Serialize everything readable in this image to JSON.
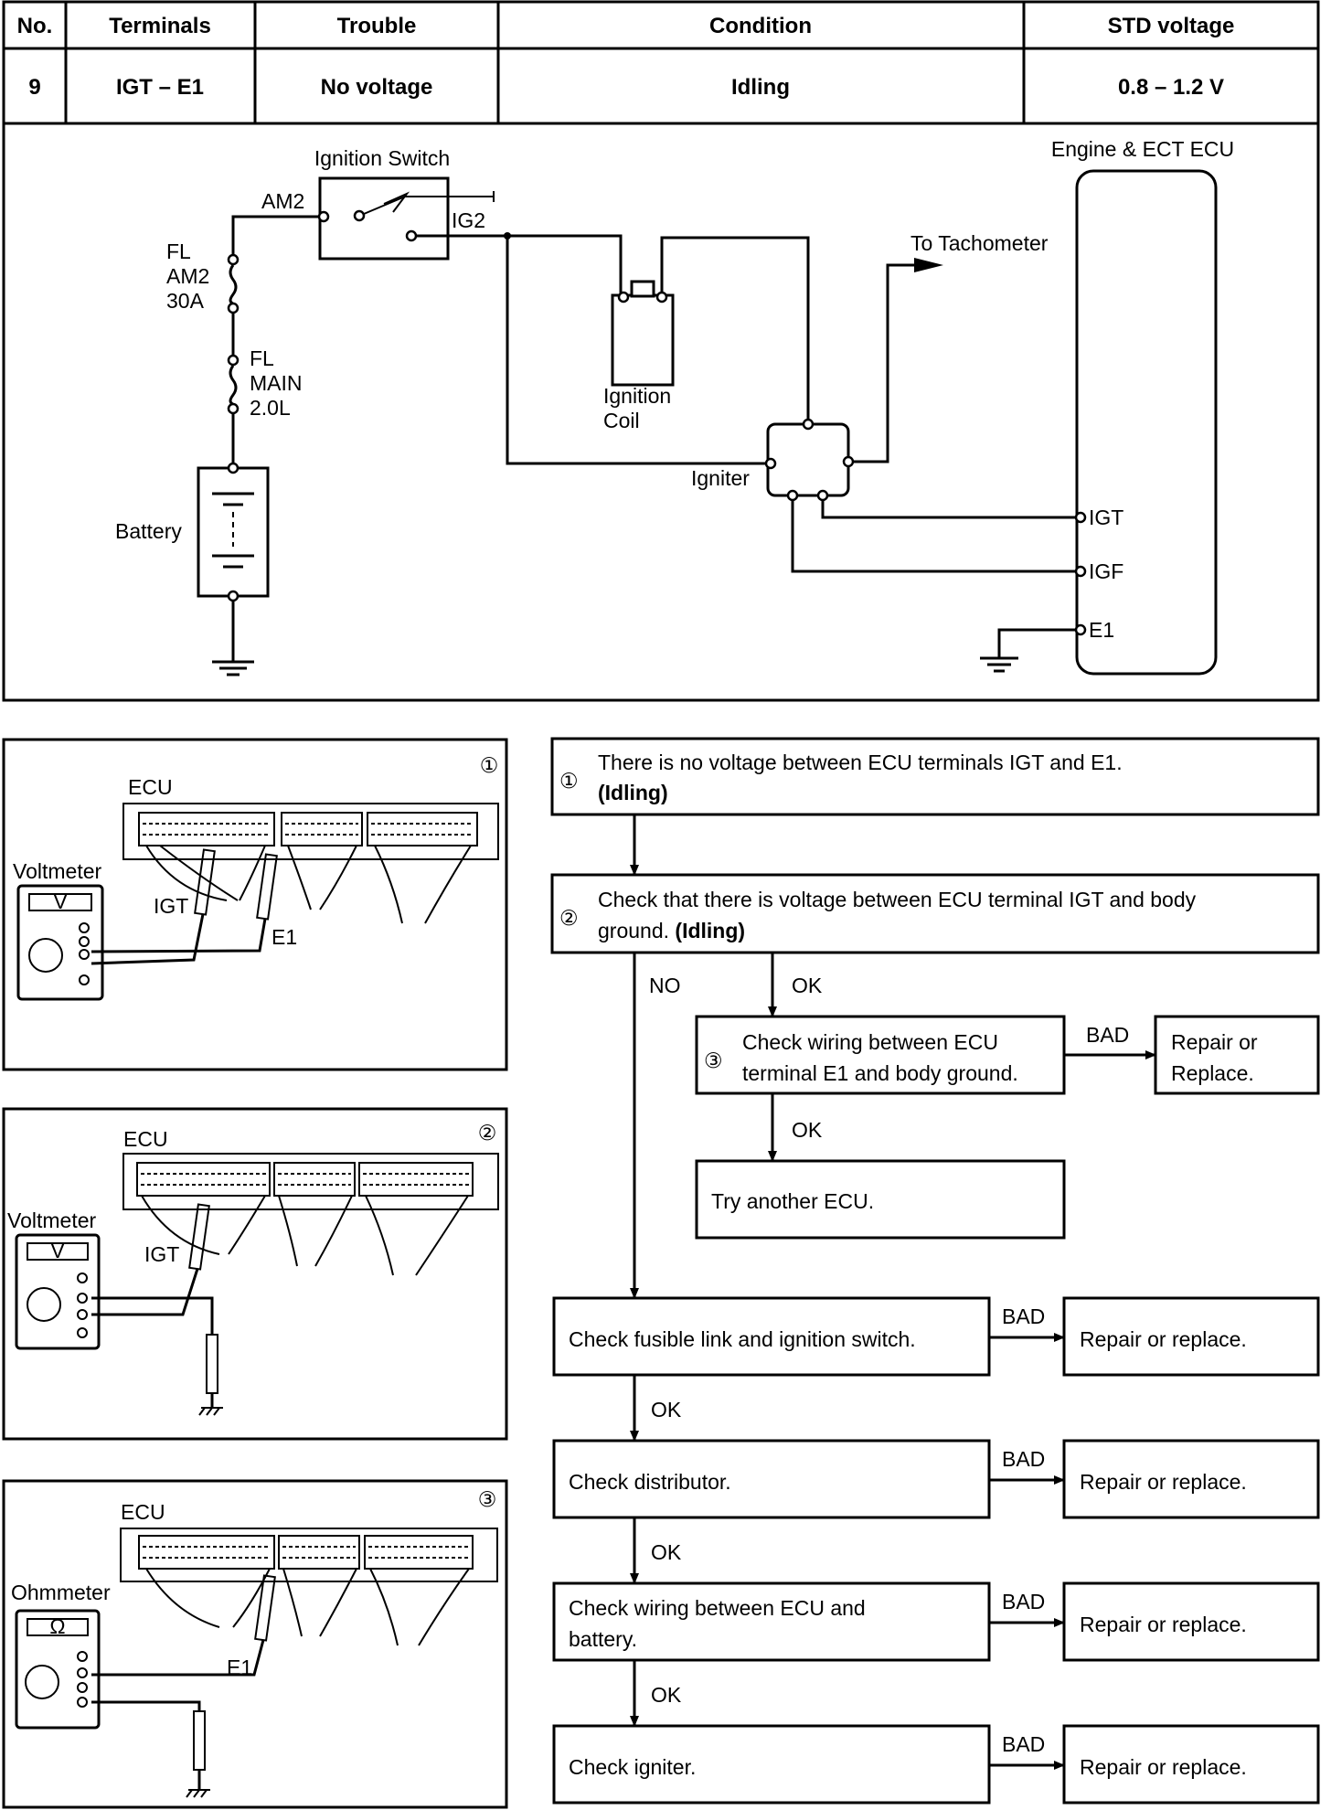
{
  "table": {
    "headers": [
      "No.",
      "Terminals",
      "Trouble",
      "Condition",
      "STD voltage"
    ],
    "row": [
      "9",
      "IGT – E1",
      "No voltage",
      "Idling",
      "0.8 – 1.2 V"
    ]
  },
  "schematic": {
    "ignition_switch": "Ignition Switch",
    "am2": "AM2",
    "ig2": "IG2",
    "fl_am2": [
      "FL",
      "AM2",
      "30A"
    ],
    "fl_main": [
      "FL",
      "MAIN",
      "2.0L"
    ],
    "battery": "Battery",
    "ignition_coil": [
      "Ignition",
      "Coil"
    ],
    "igniter": "Igniter",
    "to_tachometer": "To Tachometer",
    "ecu_title": "Engine & ECT ECU",
    "terminals": [
      "IGT",
      "IGF",
      "E1"
    ]
  },
  "panels": [
    {
      "number": "①",
      "ecu": "ECU",
      "meter": "Voltmeter",
      "meter_symbol": "V",
      "probe_labels": [
        "IGT",
        "E1"
      ]
    },
    {
      "number": "②",
      "ecu": "ECU",
      "meter": "Voltmeter",
      "meter_symbol": "V",
      "probe_labels": [
        "IGT"
      ]
    },
    {
      "number": "③",
      "ecu": "ECU",
      "meter": "Ohmmeter",
      "meter_symbol": "Ω",
      "probe_labels": [
        "E1"
      ]
    }
  ],
  "flow": {
    "step1": {
      "num": "①",
      "line1": "There is no voltage between ECU terminals IGT and E1.",
      "line2": "(Idling)"
    },
    "step2": {
      "num": "②",
      "line1": "Check that there is voltage between ECU terminal IGT and body",
      "line2a": "ground. ",
      "line2b": "(Idling)"
    },
    "step3": {
      "num": "③",
      "line1": "Check wiring between ECU",
      "line2": "terminal E1 and body ground."
    },
    "repair_step3": [
      "Repair or",
      "Replace."
    ],
    "try_ecu": "Try another ECU.",
    "check_fusible": "Check fusible link and ignition switch.",
    "check_distributor": "Check distributor.",
    "check_wiring_battery": [
      "Check wiring between ECU and",
      "battery."
    ],
    "check_igniter": "Check igniter.",
    "repair": "Repair or replace.",
    "labels": {
      "no": "NO",
      "ok": "OK",
      "bad": "BAD"
    }
  }
}
